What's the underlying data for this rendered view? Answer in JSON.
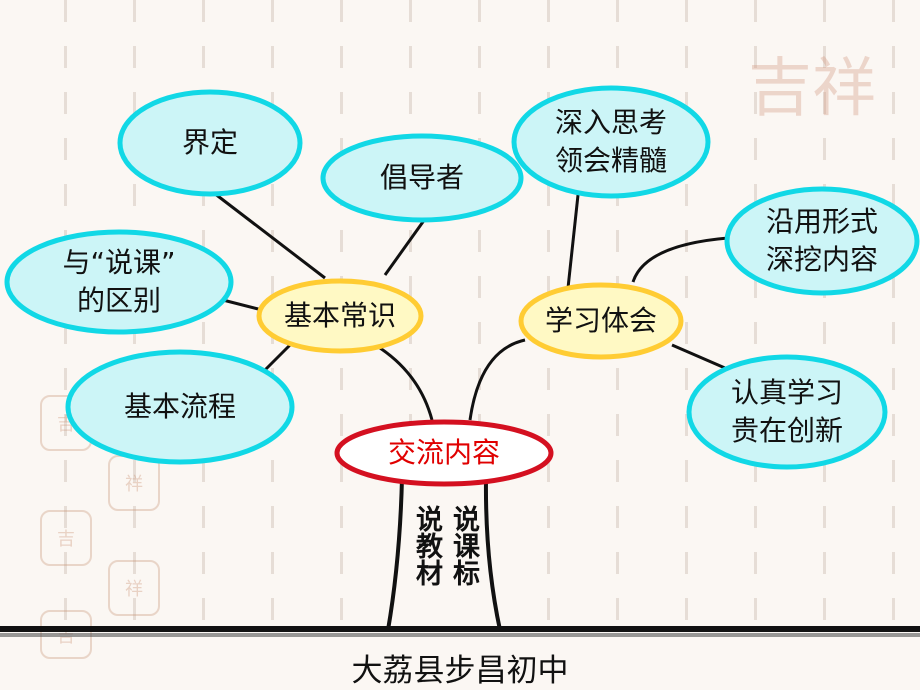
{
  "center": {
    "label": "交流内容",
    "color": "#e00000"
  },
  "trunk": {
    "left_label": "说教材",
    "right_label": "说课标"
  },
  "left_hub": {
    "label": "基本常识"
  },
  "right_hub": {
    "label": "学习体会"
  },
  "left_leaves": [
    {
      "lines": [
        "界定"
      ]
    },
    {
      "lines": [
        "倡导者"
      ]
    },
    {
      "lines": [
        "与“说课”",
        "的区别"
      ]
    },
    {
      "lines": [
        "基本流程"
      ]
    }
  ],
  "right_leaves": [
    {
      "lines": [
        "深入思考",
        "领会精髓"
      ]
    },
    {
      "lines": [
        "沿用形式",
        "深挖内容"
      ]
    },
    {
      "lines": [
        "认真学习",
        "贵在创新"
      ]
    }
  ],
  "footer": {
    "text": "大荔县步昌初中"
  },
  "colors": {
    "leaf_fill": "#ccf5f7",
    "leaf_stroke": "#11d8e6",
    "hub_fill": "#fff9c4",
    "hub_stroke": "#ffcc33",
    "center_stroke": "#d41020"
  }
}
